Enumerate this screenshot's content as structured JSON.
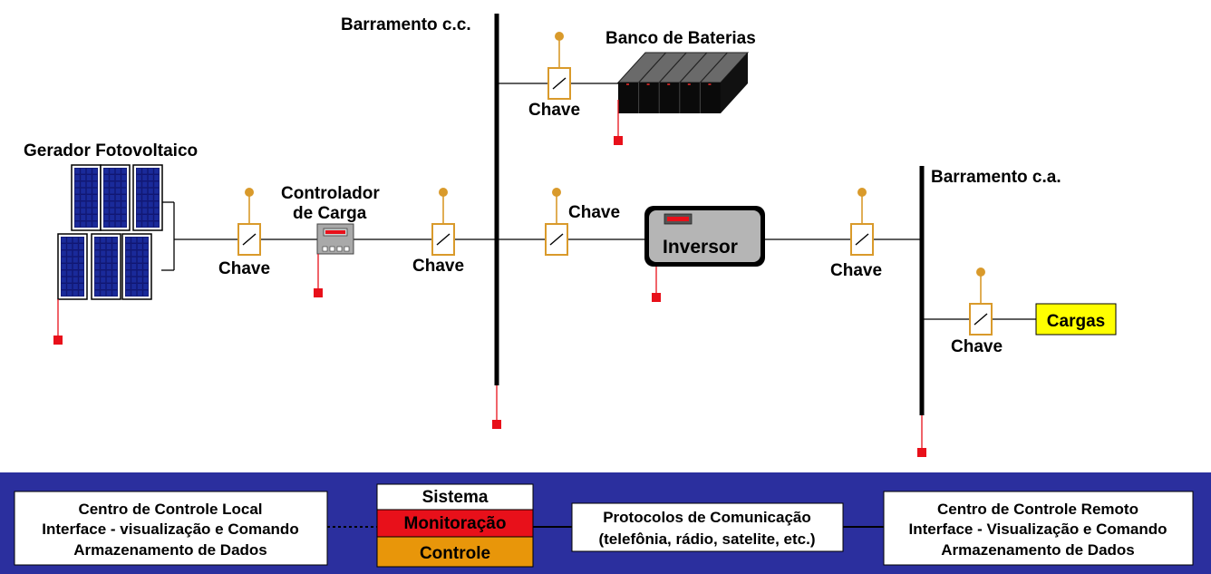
{
  "labels": {
    "barramento_cc": "Barramento c.c.",
    "barramento_ca": "Barramento c.a.",
    "banco_baterias": "Banco de Baterias",
    "gerador_fv": "Gerador Fotovoltaico",
    "controlador_l1": "Controlador",
    "controlador_l2": "de Carga",
    "inversor": "Inversor",
    "cargas": "Cargas",
    "chave": "Chave"
  },
  "bottom": {
    "local": [
      "Centro de Controle Local",
      "Interface - visualização e Comando",
      "Armazenamento de Dados"
    ],
    "sistema": "Sistema",
    "monitoracao": "Monitoração",
    "controle": "Controle",
    "protocolos": [
      "Protocolos de Comunicação",
      "(telefônia, rádio, satelite, etc.)"
    ],
    "remoto": [
      "Centro de Controle Remoto",
      "Interface - Visualização e Comando",
      "Armazenamento de Dados"
    ]
  },
  "colors": {
    "panel_band": "#2b2f9e",
    "monitoracao": "#e8101a",
    "controle": "#e8960a",
    "cargas": "#ffff00",
    "switch": "#d99a2b",
    "signal": "#e8101a"
  }
}
